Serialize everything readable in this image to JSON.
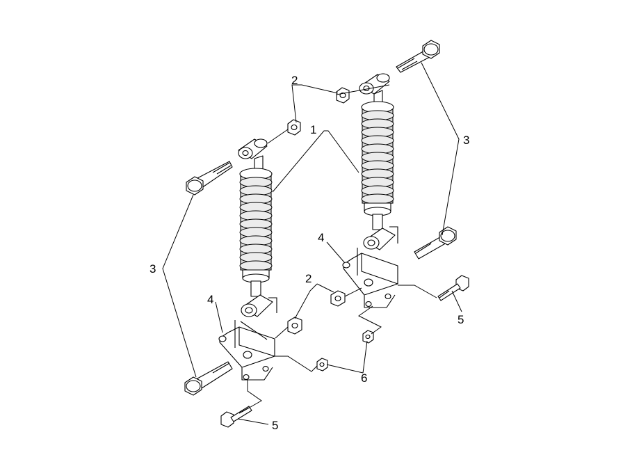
{
  "callouts": {
    "c1": "1",
    "c2_top": "2",
    "c2_mid": "2",
    "c3_left": "3",
    "c3_right": "3",
    "c4_left": "4",
    "c4_right": "4",
    "c5_left": "5",
    "c5_right": "5",
    "c6": "6"
  }
}
